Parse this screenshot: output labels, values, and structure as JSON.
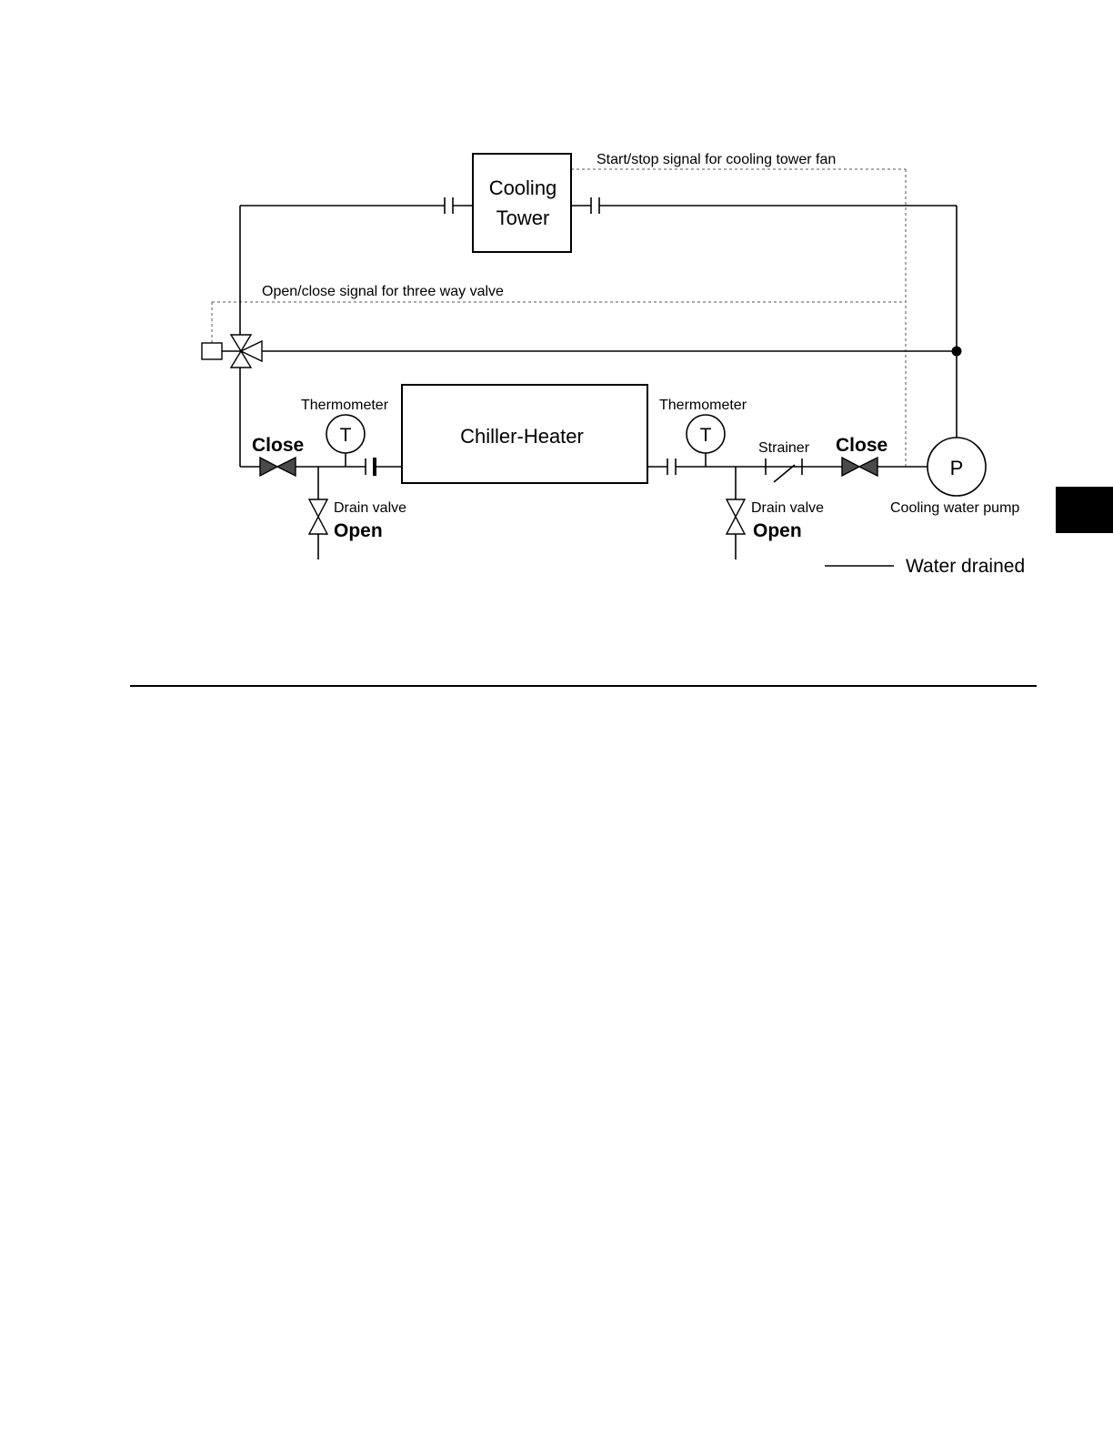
{
  "diagram": {
    "cooling_tower": {
      "line1": "Cooling",
      "line2": "Tower"
    },
    "chiller_heater": "Chiller-Heater",
    "signals": {
      "cooling_tower_fan": "Start/stop signal for cooling tower fan",
      "three_way_valve": "Open/close signal for three way valve"
    },
    "left": {
      "thermometer_label": "Thermometer",
      "thermometer_symbol": "T",
      "close_label": "Close",
      "drain_valve_label": "Drain valve",
      "open_label": "Open"
    },
    "right": {
      "thermometer_label": "Thermometer",
      "thermometer_symbol": "T",
      "strainer_label": "Strainer",
      "close_label": "Close",
      "drain_valve_label": "Drain valve",
      "open_label": "Open"
    },
    "pump": {
      "symbol": "P",
      "label": "Cooling water pump"
    },
    "legend": {
      "water_drained": "Water drained"
    }
  }
}
